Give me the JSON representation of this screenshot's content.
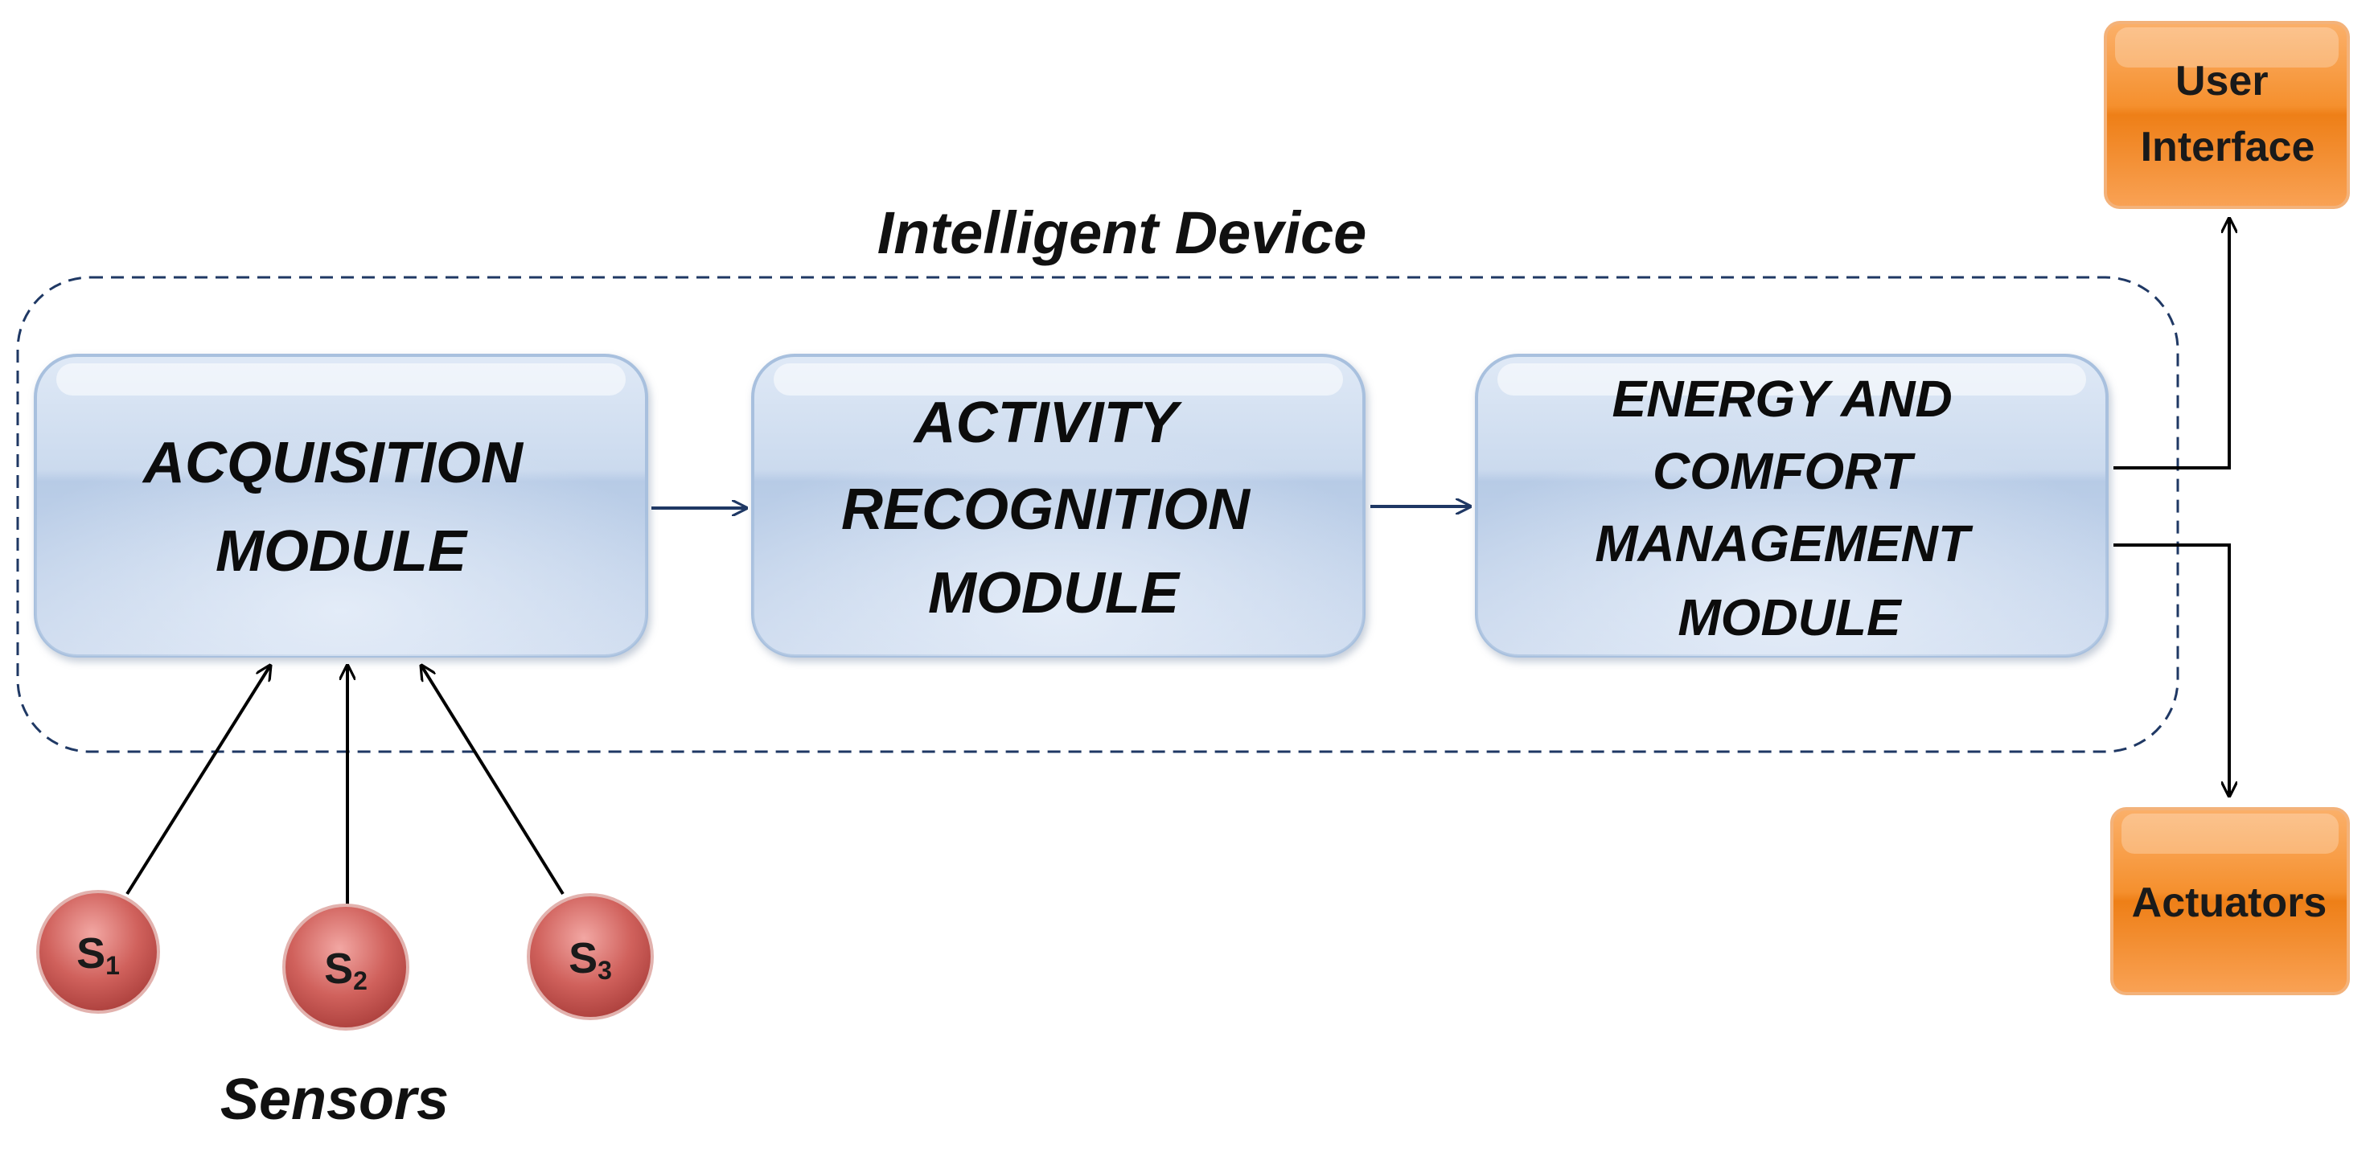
{
  "container": {
    "title": "Intelligent Device"
  },
  "modules": [
    {
      "id": "acquisition",
      "lines": [
        "ACQUISITION",
        "MODULE"
      ]
    },
    {
      "id": "activity",
      "lines": [
        "ACTIVITY",
        "RECOGNITION",
        "MODULE"
      ]
    },
    {
      "id": "energy",
      "lines": [
        "ENERGY AND",
        "COMFORT",
        "MANAGEMENT",
        "MODULE"
      ]
    }
  ],
  "outputs": {
    "user_interface": {
      "lines": [
        "User",
        "Interface"
      ]
    },
    "actuators": {
      "lines": [
        "Actuators"
      ]
    }
  },
  "sensors": {
    "caption": "Sensors",
    "items": [
      {
        "letter": "S",
        "sub": "1"
      },
      {
        "letter": "S",
        "sub": "2"
      },
      {
        "letter": "S",
        "sub": "3"
      }
    ]
  },
  "colors": {
    "module_fill": "#c9d9ee",
    "module_border": "#a8c0de",
    "container_border": "#1f3864",
    "orange": "#f08a24",
    "sensor": "#c0504d",
    "flow_arrow": "#1f3864",
    "io_arrow": "#000000"
  }
}
